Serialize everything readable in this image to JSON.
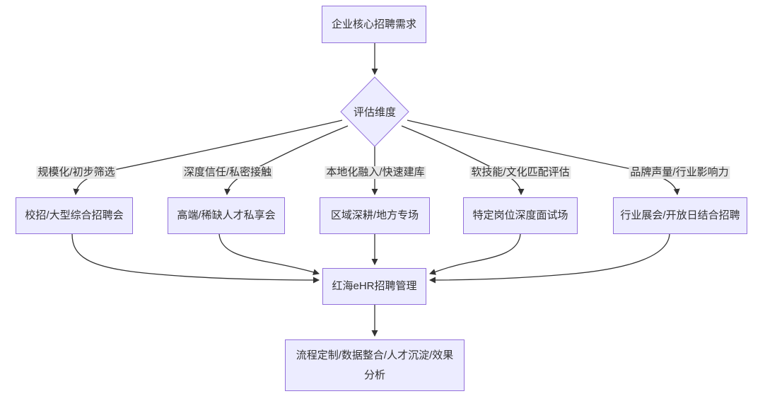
{
  "flowchart": {
    "nodes": {
      "demand": {
        "label": "企业核心招聘需求"
      },
      "decision": {
        "label": "评估维度"
      },
      "campus": {
        "label": "校招/大型综合招聘会"
      },
      "highend": {
        "label": "高端/稀缺人才私享会"
      },
      "regional": {
        "label": "区域深耕/地方专场"
      },
      "position": {
        "label": "特定岗位深度面试场"
      },
      "expo": {
        "label": "行业展会/开放日结合招聘"
      },
      "ehr": {
        "label": "红海eHR招聘管理"
      },
      "outcome": {
        "label": "流程定制/数据整合/人才沉淀/效果分析"
      }
    },
    "edge_labels": {
      "scale": "规模化/初步筛选",
      "trust": "深度信任/私密接触",
      "local": "本地化融入/快速建库",
      "soft": "软技能/文化匹配评估",
      "brand": "品牌声量/行业影响力"
    },
    "connections": [
      {
        "from": "企业核心招聘需求",
        "to": "评估维度",
        "label": ""
      },
      {
        "from": "评估维度",
        "to": "校招/大型综合招聘会",
        "label": "规模化/初步筛选"
      },
      {
        "from": "评估维度",
        "to": "高端/稀缺人才私享会",
        "label": "深度信任/私密接触"
      },
      {
        "from": "评估维度",
        "to": "区域深耕/地方专场",
        "label": "本地化融入/快速建库"
      },
      {
        "from": "评估维度",
        "to": "特定岗位深度面试场",
        "label": "软技能/文化匹配评估"
      },
      {
        "from": "评估维度",
        "to": "行业展会/开放日结合招聘",
        "label": "品牌声量/行业影响力"
      },
      {
        "from": "校招/大型综合招聘会",
        "to": "红海eHR招聘管理",
        "label": ""
      },
      {
        "from": "高端/稀缺人才私享会",
        "to": "红海eHR招聘管理",
        "label": ""
      },
      {
        "from": "区域深耕/地方专场",
        "to": "红海eHR招聘管理",
        "label": ""
      },
      {
        "from": "特定岗位深度面试场",
        "to": "红海eHR招聘管理",
        "label": ""
      },
      {
        "from": "行业展会/开放日结合招聘",
        "to": "红海eHR招聘管理",
        "label": ""
      },
      {
        "from": "红海eHR招聘管理",
        "to": "流程定制/数据整合/人才沉淀/效果分析",
        "label": ""
      }
    ],
    "colors": {
      "node_fill": "#ECECFF",
      "node_border": "#9370DB",
      "edge_line": "#333333",
      "edge_label_bg": "#e8e8e8",
      "text": "#333333",
      "background": "#ffffff"
    }
  }
}
